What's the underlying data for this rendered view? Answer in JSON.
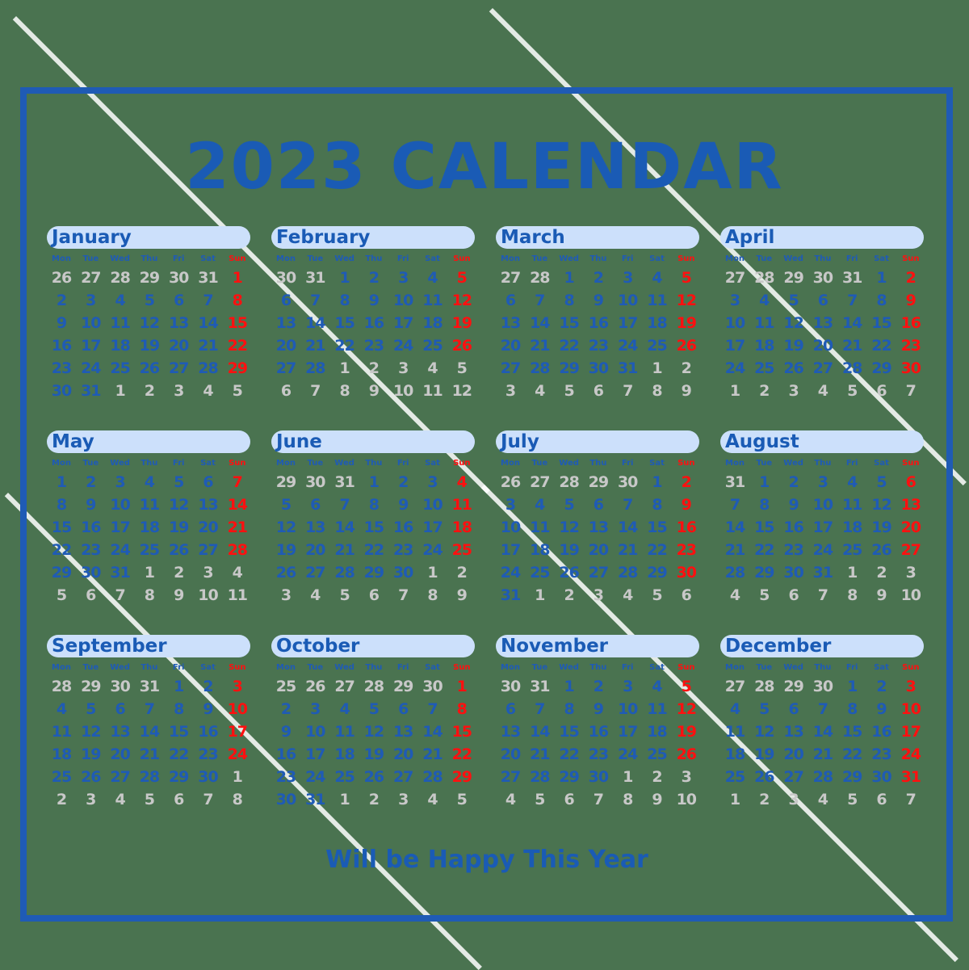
{
  "title": "2023 CALENDAR",
  "footer": "Will be Happy This Year",
  "weekdays": [
    "Mon",
    "Tue",
    "Wed",
    "Thu",
    "Fri",
    "Sat",
    "Sun"
  ],
  "colors": {
    "blue": "#1f5bb5",
    "label_bg": "#cce0fb",
    "red": "#ff1010",
    "gray": "#c8c8c8",
    "background": "#4a7350"
  },
  "months": [
    {
      "name": "January",
      "prev": [
        26,
        27,
        28,
        29,
        30,
        31
      ],
      "days": 31,
      "next": [
        1,
        2,
        3,
        4,
        5
      ]
    },
    {
      "name": "February",
      "prev": [
        30,
        31
      ],
      "days": 28,
      "next": [
        1,
        2,
        3,
        4,
        5,
        6,
        7,
        8,
        9,
        10,
        11,
        12
      ]
    },
    {
      "name": "March",
      "prev": [
        27,
        28
      ],
      "days": 31,
      "next": [
        1,
        2,
        3,
        4,
        5,
        6,
        7,
        8,
        9
      ]
    },
    {
      "name": "April",
      "prev": [
        27,
        28,
        29,
        30,
        31
      ],
      "days": 30,
      "next": [
        1,
        2,
        3,
        4,
        5,
        6,
        7
      ]
    },
    {
      "name": "May",
      "prev": [],
      "days": 31,
      "next": [
        1,
        2,
        3,
        4,
        5,
        6,
        7,
        8,
        9,
        10,
        11
      ]
    },
    {
      "name": "June",
      "prev": [
        29,
        30,
        31
      ],
      "days": 30,
      "next": [
        1,
        2,
        3,
        4,
        5,
        6,
        7,
        8,
        9
      ]
    },
    {
      "name": "July",
      "prev": [
        26,
        27,
        28,
        29,
        30
      ],
      "days": 31,
      "next": [
        1,
        2,
        3,
        4,
        5,
        6
      ]
    },
    {
      "name": "August",
      "prev": [
        31
      ],
      "days": 31,
      "next": [
        1,
        2,
        3,
        4,
        5,
        6,
        7,
        8,
        9,
        10
      ]
    },
    {
      "name": "September",
      "prev": [
        28,
        29,
        30,
        31
      ],
      "days": 30,
      "next": [
        1,
        2,
        3,
        4,
        5,
        6,
        7,
        8
      ]
    },
    {
      "name": "October",
      "prev": [
        25,
        26,
        27,
        28,
        29,
        30
      ],
      "days": 31,
      "next": [
        1,
        2,
        3,
        4,
        5
      ]
    },
    {
      "name": "November",
      "prev": [
        30,
        31
      ],
      "days": 30,
      "next": [
        1,
        2,
        3,
        4,
        5,
        6,
        7,
        8,
        9,
        10
      ]
    },
    {
      "name": "December",
      "prev": [
        27,
        28,
        29,
        30
      ],
      "days": 31,
      "next": [
        1,
        2,
        3,
        4,
        5,
        6,
        7
      ]
    }
  ]
}
